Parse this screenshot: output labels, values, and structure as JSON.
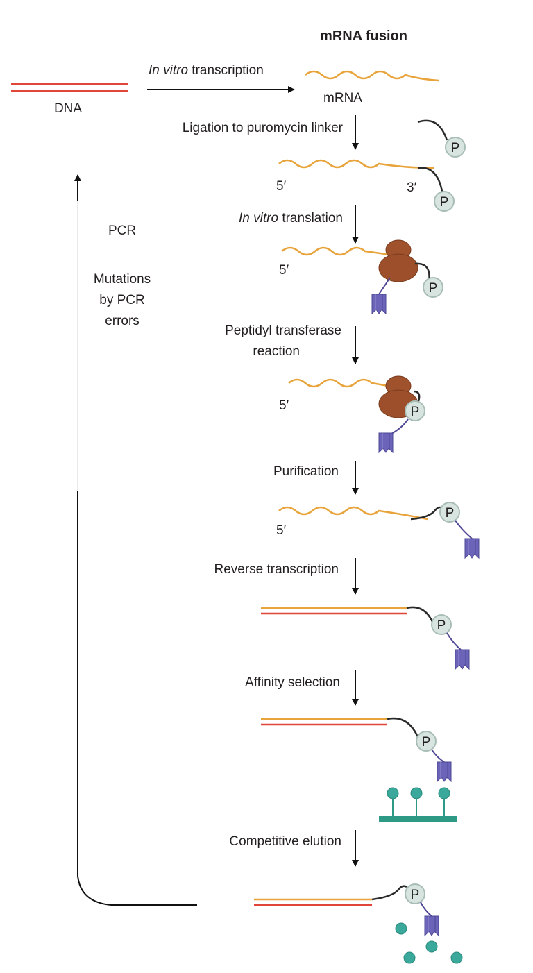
{
  "title": "mRNA fusion",
  "dna_label": "DNA",
  "transcription": {
    "italic": "In vitro",
    "rest": " transcription"
  },
  "mrna_label": "mRNA",
  "steps": {
    "ligation": "Ligation to puromycin linker",
    "translation": {
      "italic": "In vitro",
      "rest": " translation"
    },
    "peptidyl_line1": "Peptidyl transferase",
    "peptidyl_line2": "reaction",
    "purification": "Purification",
    "reverse_transcription": "Reverse transcription",
    "affinity_selection": "Affinity selection",
    "competitive_elution": "Competitive elution"
  },
  "cycle": {
    "pcr": "PCR",
    "mutations_line1": "Mutations",
    "mutations_line2": "by PCR",
    "mutations_line3": "errors"
  },
  "end_labels": {
    "five_prime": "5′",
    "three_prime": "3′"
  },
  "puromycin_symbol": "P",
  "colors": {
    "mrna": "#e8a33a",
    "dna": "#e0463a",
    "linker": "#2a2a2a",
    "puromycin_fill": "#d7e4e0",
    "puromycin_stroke": "#a9bdb7",
    "protein": "#6b64b8",
    "ribosome": "#a0522d",
    "bead": "#3aa89a",
    "surface": "#2e9a86",
    "arrow": "#111111"
  }
}
